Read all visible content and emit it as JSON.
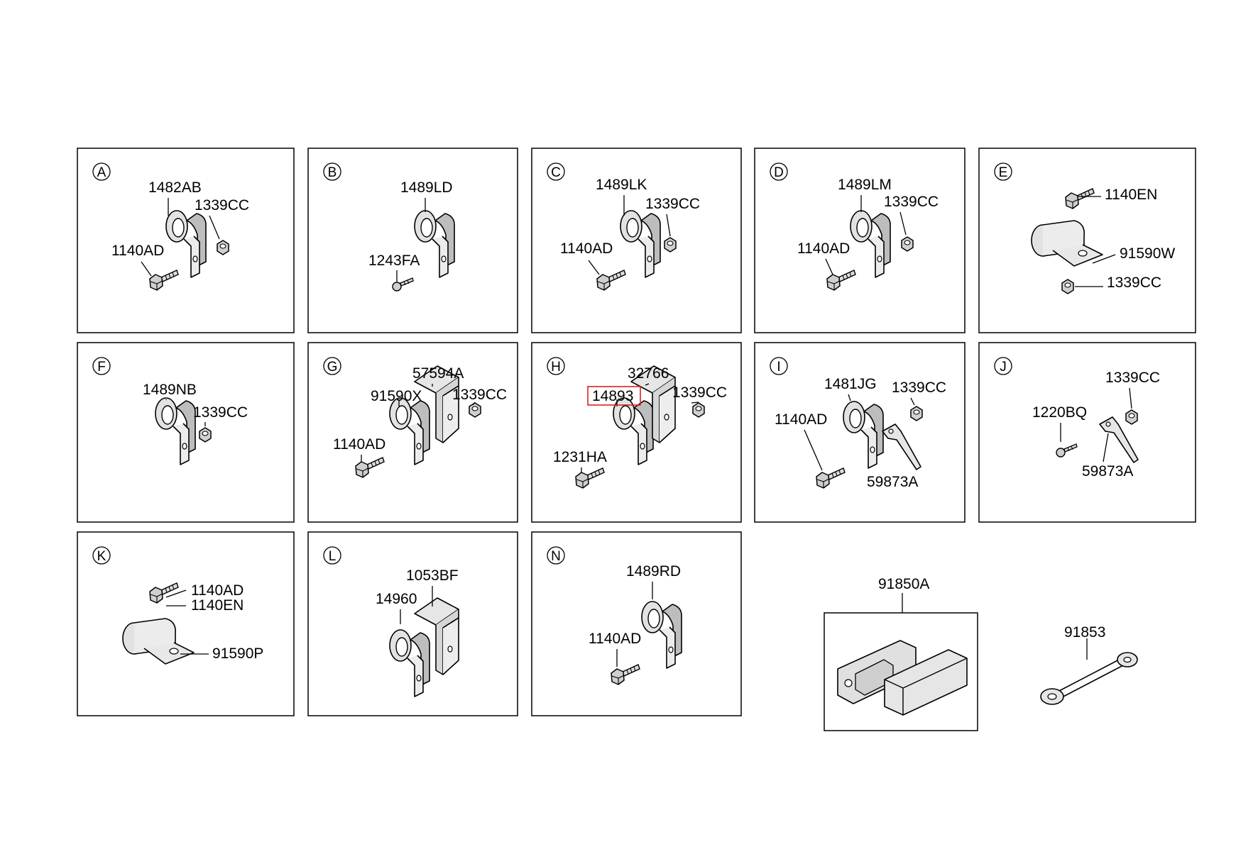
{
  "panels": [
    {
      "letter": "A",
      "labels": [
        "1482AB",
        "1339CC",
        "1140AD"
      ]
    },
    {
      "letter": "B",
      "labels": [
        "1489LD",
        "1243FA"
      ]
    },
    {
      "letter": "C",
      "labels": [
        "1489LK",
        "1339CC",
        "1140AD"
      ]
    },
    {
      "letter": "D",
      "labels": [
        "1489LM",
        "1339CC",
        "1140AD"
      ]
    },
    {
      "letter": "E",
      "labels": [
        "1140EN",
        "91590W",
        "1339CC"
      ]
    },
    {
      "letter": "F",
      "labels": [
        "1489NB",
        "1339CC"
      ]
    },
    {
      "letter": "G",
      "labels": [
        "57594A",
        "91590X",
        "1339CC",
        "1140AD"
      ]
    },
    {
      "letter": "H",
      "labels": [
        "32766",
        "14893",
        "1339CC",
        "1231HA"
      ]
    },
    {
      "letter": "I",
      "labels": [
        "1481JG",
        "1339CC",
        "1140AD",
        "59873A"
      ]
    },
    {
      "letter": "J",
      "labels": [
        "1339CC",
        "1220BQ",
        "59873A"
      ]
    },
    {
      "letter": "K",
      "labels": [
        "1140AD",
        "1140EN",
        "91590P"
      ]
    },
    {
      "letter": "L",
      "labels": [
        "1053BF",
        "14960"
      ]
    },
    {
      "letter": "N",
      "labels": [
        "1489RD",
        "1140AD"
      ]
    }
  ],
  "loose_parts": {
    "cover_label": "91850A",
    "wrench_label": "91853"
  },
  "highlight": {
    "part": "14893",
    "color": "#e02020"
  }
}
